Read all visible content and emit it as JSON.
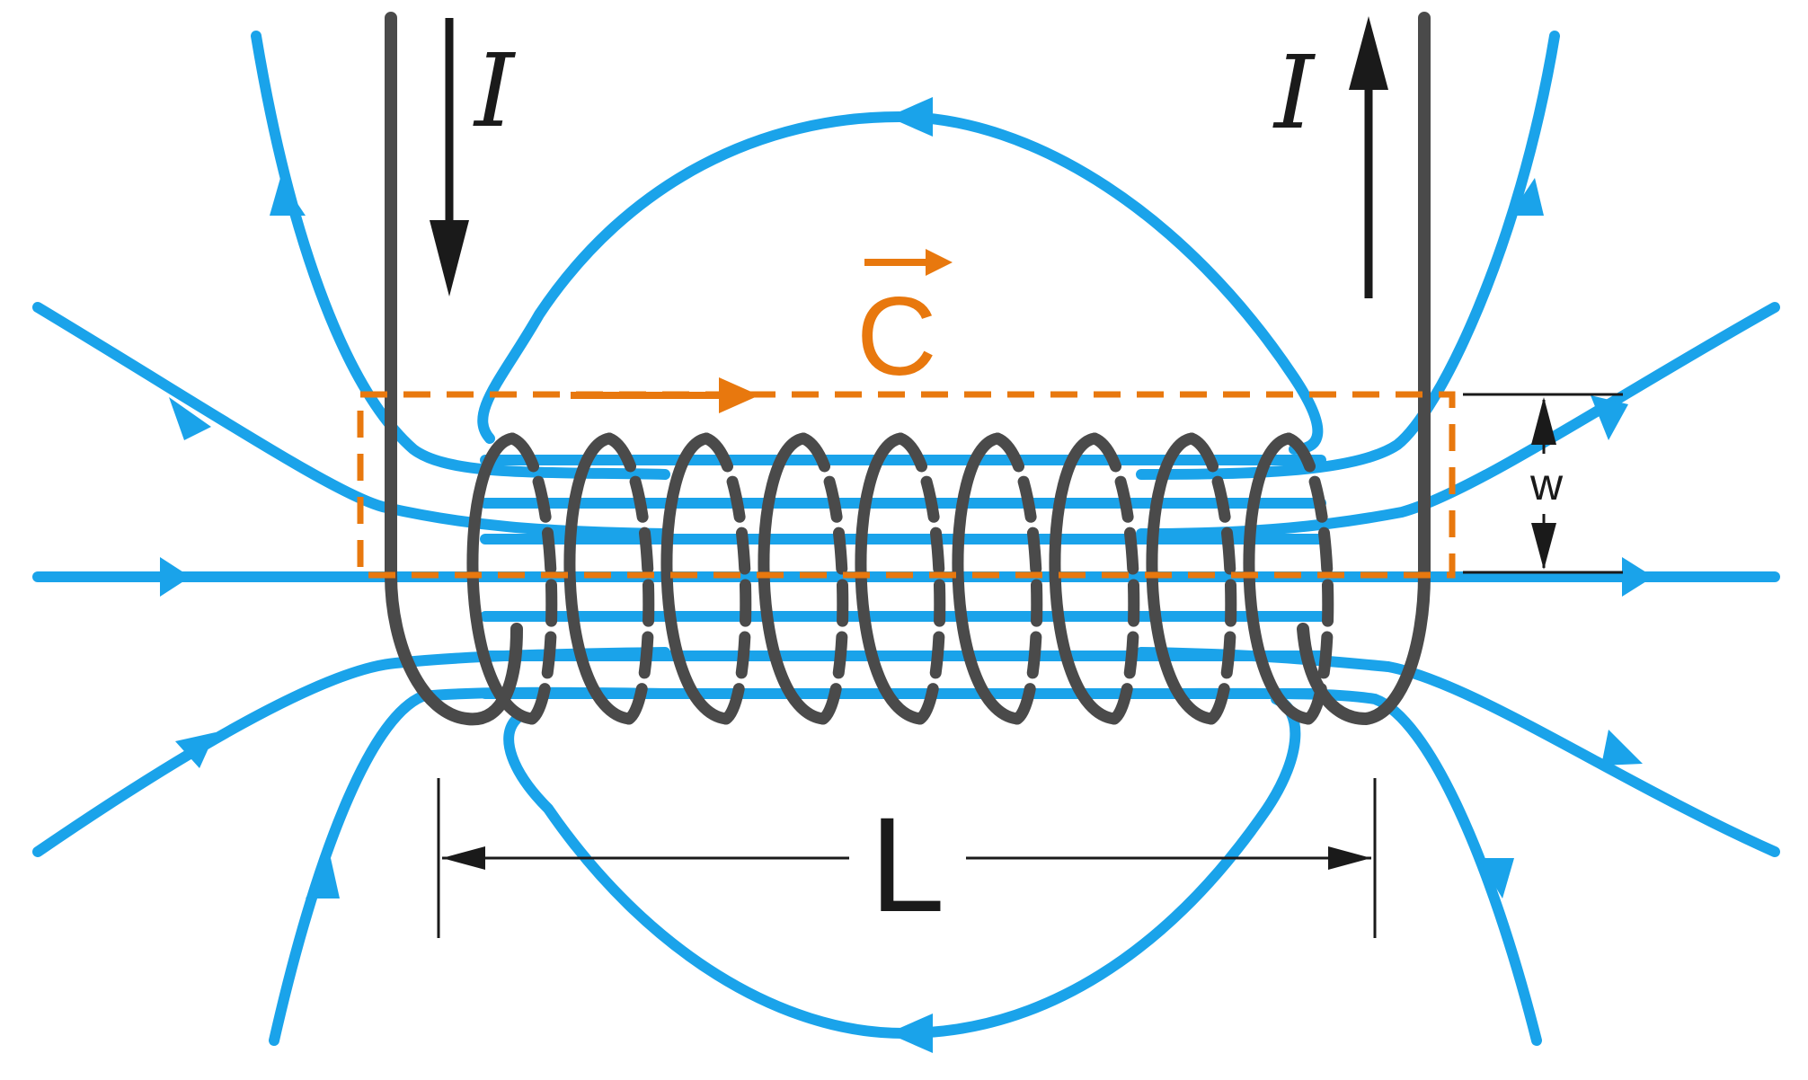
{
  "labels": {
    "current_left": "I",
    "current_right": "I",
    "vector": "C",
    "width": "w",
    "length": "L"
  },
  "colors": {
    "field_line": "#1aa3ea",
    "wire": "#4a4a4a",
    "vector": "#e8780e",
    "path": "#e8780e",
    "dimension": "#1a1a1a",
    "background": "#ffffff"
  },
  "solenoid": {
    "turns": 9
  }
}
